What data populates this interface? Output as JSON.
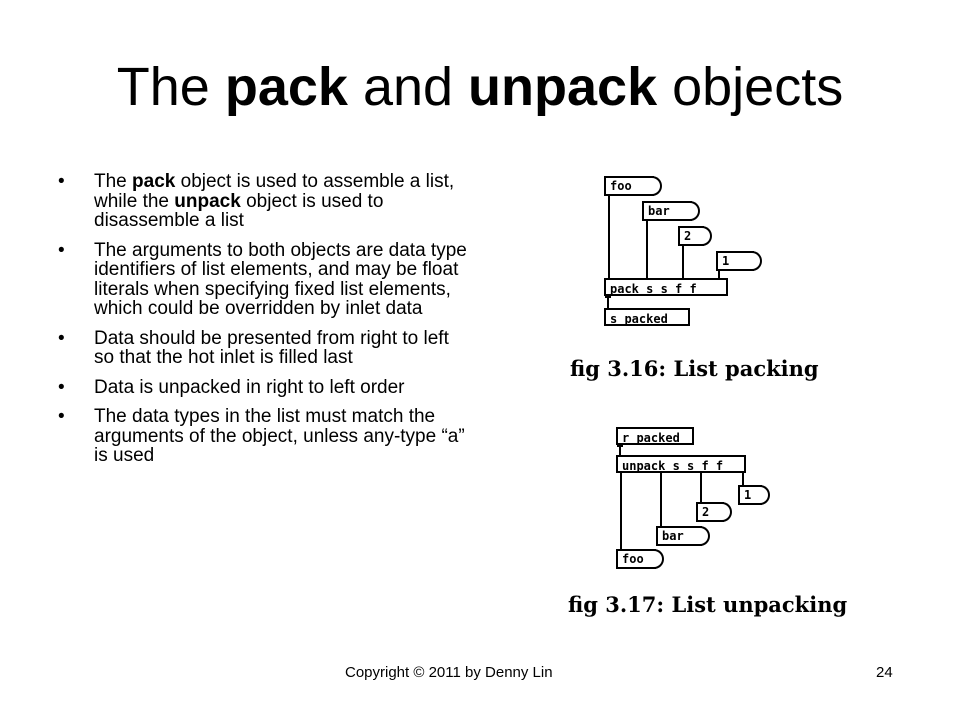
{
  "title": {
    "part1": "The ",
    "bold1": "pack",
    "part2": " and ",
    "bold2": "unpack",
    "part3": " objects"
  },
  "bullets": [
    {
      "segments": [
        {
          "text": "The ",
          "bold": false
        },
        {
          "text": "pack",
          "bold": true
        },
        {
          "text": " object is used to assemble a list, while the ",
          "bold": false
        },
        {
          "text": "unpack",
          "bold": true
        },
        {
          "text": " object is used to disassemble a list",
          "bold": false
        }
      ]
    },
    {
      "segments": [
        {
          "text": "The arguments to both objects are data type identifiers of list elements, and may be float literals when specifying fixed list elements, which could be overridden by inlet data",
          "bold": false
        }
      ]
    },
    {
      "segments": [
        {
          "text": "Data should be presented from right to left so that the hot inlet is filled last",
          "bold": false
        }
      ]
    },
    {
      "segments": [
        {
          "text": "Data is unpacked in right to left order",
          "bold": false
        }
      ]
    },
    {
      "segments": [
        {
          "text": "The data types in the list must match the arguments of the object, unless any-type “a” is used",
          "bold": false
        }
      ]
    }
  ],
  "bullet_char": "•",
  "fig1": {
    "msg_foo": "foo",
    "msg_bar": "bar",
    "msg_2": "2",
    "msg_1": "1",
    "obj_pack": "pack s s f f",
    "obj_send": "s packed",
    "caption": "fig 3.16:  List packing"
  },
  "fig2": {
    "obj_receive": "r packed",
    "obj_unpack": "unpack s s f f",
    "msg_1": "1",
    "msg_2": "2",
    "msg_bar": "bar",
    "msg_foo": "foo",
    "caption": "fig 3.17:  List unpacking"
  },
  "footer": {
    "copyright": "Copyright © 2011 by Denny Lin",
    "page_number": "24"
  }
}
